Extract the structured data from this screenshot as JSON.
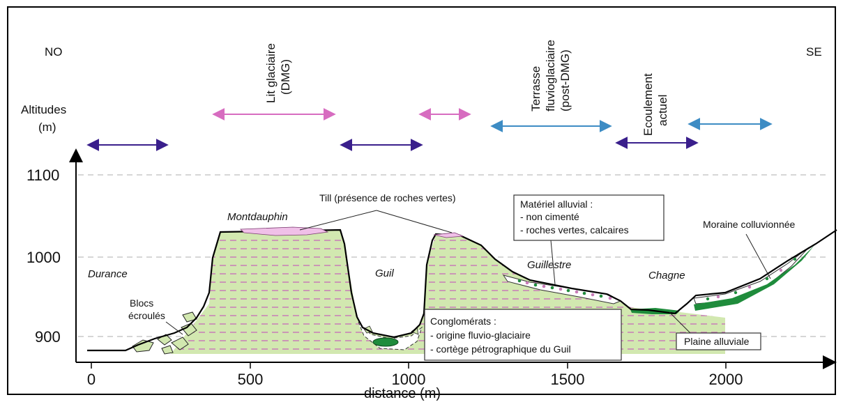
{
  "directions": {
    "left": "NO",
    "right": "SE"
  },
  "yaxis": {
    "title_line1": "Altitudes",
    "title_line2": "(m)",
    "ticks": [
      "1100",
      "1000",
      "900"
    ]
  },
  "xaxis": {
    "title": "distance (m)",
    "ticks": [
      "0",
      "500",
      "1000",
      "1500",
      "2000"
    ]
  },
  "vertical_labels": {
    "lit_glaciaire": [
      "Lit glaciaire",
      "(DMG)"
    ],
    "terrasse": [
      "Terrasse",
      "fluvioglaciaire",
      "(post-DMG)"
    ],
    "ecoulement": [
      "Ecoulement",
      "actuel"
    ]
  },
  "place_labels": {
    "durance": "Durance",
    "montdauphin": "Montdauphin",
    "guil": "Guil",
    "guillestre": "Guillestre",
    "chagne": "Chagne"
  },
  "annotations": {
    "till": "Till  (présence de roches vertes)",
    "blocs": [
      "Blocs",
      "écroulés"
    ],
    "moraine": "Moraine colluvionnée",
    "plaine": "Plaine alluviale"
  },
  "materiel_box": [
    "Matériel alluvial :",
    "- non cimenté",
    "- roches vertes, calcaires"
  ],
  "conglomerats_box": [
    "Conglomérats :",
    "- origine fluvio-glaciaire",
    "- cortège pétrographique du Guil"
  ],
  "colors": {
    "conglomerate_fill": "#d2e8b0",
    "dash_lines": "#c87cb8",
    "till_pink": "#f0c0e8",
    "green_rock": "#1f8c3c",
    "arrow_purple": "#3a1f8c",
    "arrow_pink": "#d76cc0",
    "arrow_blue": "#3d8cc4",
    "gridline": "#c8c8c8"
  }
}
